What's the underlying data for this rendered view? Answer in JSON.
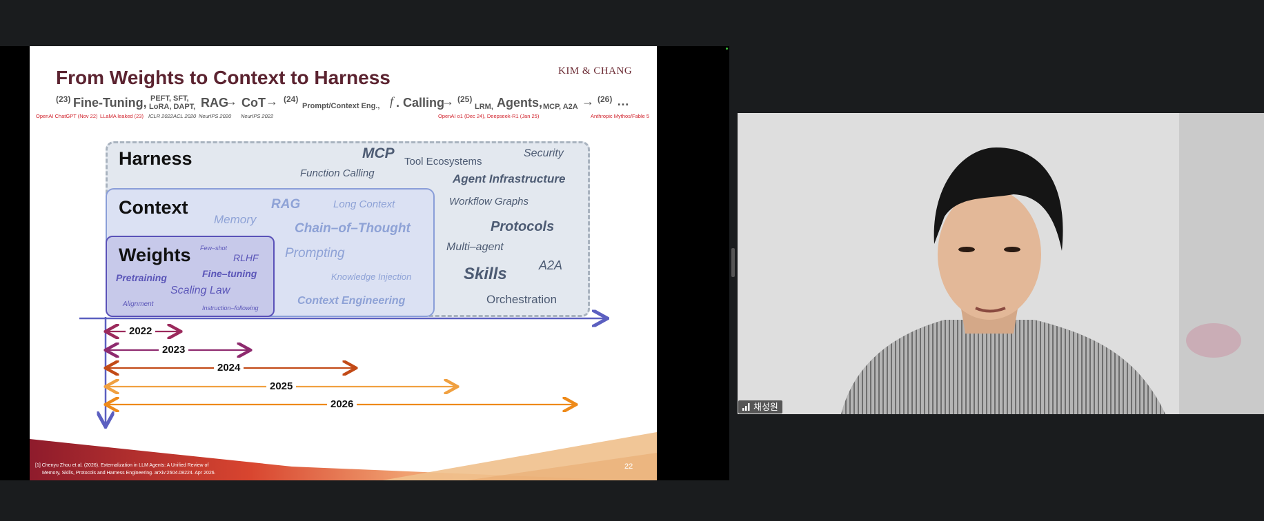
{
  "slide": {
    "title": "From Weights to Context to Harness",
    "brand": "KIM & CHANG",
    "page_number": "22",
    "footnote_line1": "[1] Chenyu Zhou et al. (2026). Externalization in LLM Agents: A Unified Review of",
    "footnote_line2": "Memory, Skills, Protocols and Harness Engineering. arXiv:2604.08224. Apr 2026."
  },
  "timeline": {
    "y23": "(23)",
    "fine_tuning": "Fine-Tuning,",
    "peft_sft": "PEFT, SFT,",
    "lora_dapt": "LoRA, DAPT,",
    "rag": "RAG",
    "arrow1": "→",
    "cot": "CoT",
    "arrow2": "→",
    "y24": "(24)",
    "prompt_context": "Prompt/Context Eng.,",
    "f_symbol": "f",
    "calling": ". Calling",
    "arrow3": "→",
    "y25": "(25)",
    "lrm": "LRM,",
    "agents": "Agents,",
    "mcp_a2a": "MCP, A2A",
    "arrow4": "→",
    "y26": "(26)",
    "ellipsis": "…",
    "notes": {
      "chatgpt": "OpenAI ChatGPT (Nov 22)",
      "llama": "LLaMA leaked (23)",
      "iclr": "ICLR 2022",
      "acl": "ACL 2020",
      "neurips2020": "NeurIPS 2020",
      "neurips2022": "NeurIPS 2022",
      "openai_o1": "OpenAI o1 (Dec 24), Deepseek-R1 (Jan 25)",
      "anthropic": "Anthropic Mythos/Fable 5"
    }
  },
  "diagram": {
    "harness_label": "Harness",
    "context_label": "Context",
    "weights_label": "Weights",
    "harness_keywords": {
      "mcp": "MCP",
      "tool_ecosystems": "Tool Ecosystems",
      "security": "Security",
      "function_calling": "Function Calling",
      "agent_infrastructure": "Agent Infrastructure",
      "workflow_graphs": "Workflow Graphs",
      "protocols": "Protocols",
      "multi_agent": "Multi–agent",
      "a2a": "A2A",
      "skills": "Skills",
      "orchestration": "Orchestration"
    },
    "context_keywords": {
      "rag": "RAG",
      "long_context": "Long Context",
      "memory": "Memory",
      "cot": "Chain–of–Thought",
      "prompting": "Prompting",
      "knowledge_injection": "Knowledge Injection",
      "context_engineering": "Context Engineering"
    },
    "weights_keywords": {
      "few_shot": "Few–shot",
      "rlhf": "RLHF",
      "pretraining": "Pretraining",
      "fine_tuning": "Fine–tuning",
      "scaling_law": "Scaling Law",
      "alignment": "Alignment",
      "instruction_following": "Instruction–following"
    },
    "years": [
      "2022",
      "2023",
      "2024",
      "2025",
      "2026"
    ],
    "colors": {
      "y2022": "#9b2a5c",
      "y2023": "#8e2a6e",
      "y2024": "#c24a17",
      "y2025": "#f0a040",
      "y2026": "#ee8a1a",
      "axis": "#5b5fc0"
    }
  },
  "participant": {
    "name": "채성원",
    "signal_icon": "signal-bars-icon"
  }
}
